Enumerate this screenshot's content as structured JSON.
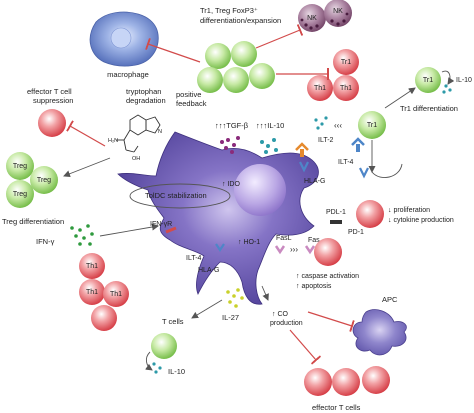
{
  "labels": {
    "macrophage": "macrophage",
    "tr1_treg": "Tr1, Treg FoxP3⁺",
    "differentiation_expansion": "differentiation/expansion",
    "nk": "NK",
    "tr1": "Tr1",
    "th1": "Th1",
    "treg": "Treg",
    "effector_suppression_1": "effector T cell",
    "effector_suppression_2": "suppression",
    "tryptophan_1": "tryptophan",
    "tryptophan_2": "degradation",
    "positive_feedback_1": "positive",
    "positive_feedback_2": "feedback",
    "tgf": "↑↑↑TGF-β",
    "il10_up": "↑↑↑IL-10",
    "tr1_differentiation": "Tr1 differentiation",
    "il10": "IL-10",
    "ilt2": "ILT-2",
    "ilt4": "ILT-4",
    "hlag": "HLA-G",
    "ido": "↑ IDO",
    "toldc": "TolDC stabilization",
    "treg_differentiation": "Treg differentiation",
    "ifng": "IFN-γ",
    "ifngr": "IFN-γR",
    "pdl1": "PDL-1",
    "pd1": "PD-1",
    "proliferation": "↓ proliferation",
    "cytokine": "↓ cytokine production",
    "ho1": "↑ HO-1",
    "fasl": "FasL",
    "fas": "Fas",
    "caspase": "↑ caspase activation",
    "apoptosis": "↑ apoptosis",
    "co_prod_1": "↑ CO",
    "co_prod_2": "production",
    "apc": "APC",
    "tcells": "T cells",
    "il27": "IL-27",
    "effector_tcells": "effector T cells"
  },
  "colors": {
    "dc_body": "#6a5ab2",
    "dc_nucleus": "#9a82d2",
    "green_cell": "#86cc55",
    "red_cell": "#e0474f",
    "nk_cell": "#8a5a7e",
    "macrophage": "#5d7cc8",
    "apc": "#7469b8",
    "inhibit": "#d24b4b",
    "arrow": "#555555",
    "dot_teal": "#2d9aa8",
    "dot_green": "#2f9a3e",
    "dot_purple": "#8a2b7b",
    "dot_yellow": "#c9d12b"
  },
  "icons": {
    "tryptophan": "tryptophan-structure-icon",
    "secreted": "cytokine-dots-icon"
  }
}
